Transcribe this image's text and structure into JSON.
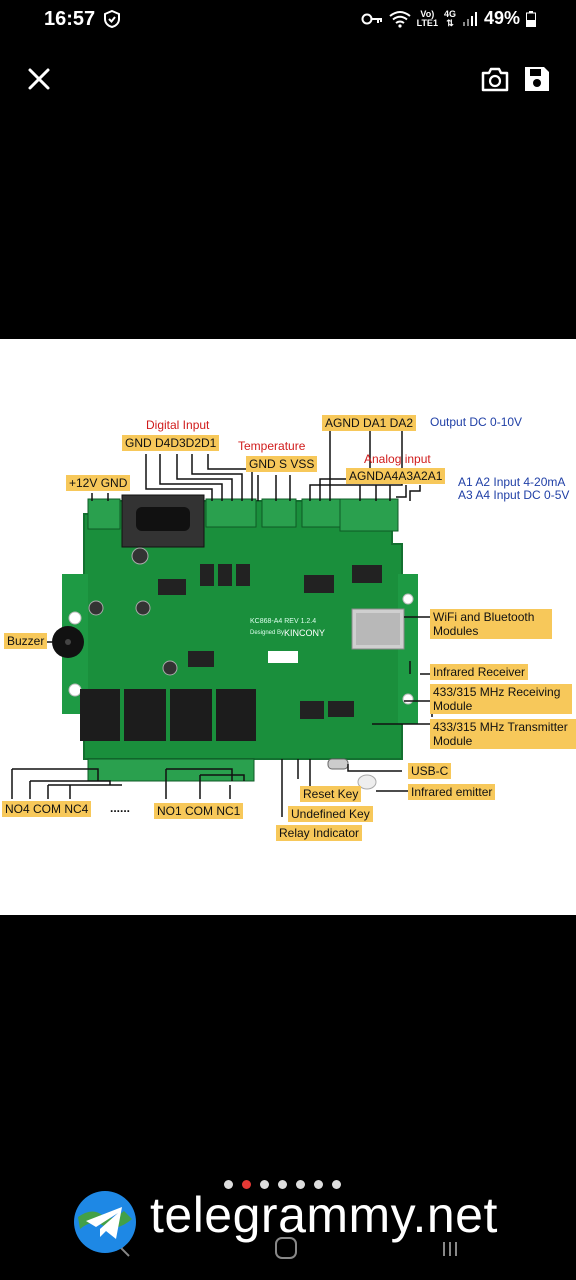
{
  "status_bar": {
    "time": "16:57",
    "volte": "Vo)",
    "lte": "LTE1",
    "net_gen": "4G",
    "battery": "49%",
    "icons": [
      "shield-icon",
      "key-icon",
      "wifi-icon",
      "signal-icon",
      "battery-icon"
    ]
  },
  "toolbar": {
    "icons": [
      "close-icon",
      "camera-switch-icon",
      "save-icon"
    ]
  },
  "diagram": {
    "board_text": "KC868-A4 REV 1.2.4",
    "board_brand": "KINCONY",
    "board_designed": "Designed By",
    "labels": {
      "digital_input": "Digital Input",
      "digital_pins": "GND D4D3D2D1",
      "temperature": "Temperature",
      "temp_pins": "GND S VSS",
      "output_pins": "AGND  DA1  DA2",
      "output_dc": "Output DC 0-10V",
      "analog_input": "Analog input",
      "analog_pins": "AGNDA4A3A2A1",
      "a1a2": "A1 A2 Input 4-20mA",
      "a3a4": "A3 A4 Input DC 0-5V",
      "power": "+12V GND",
      "buzzer": "Buzzer",
      "wifi": "WiFi and Bluetooth Modules",
      "ir_receiver": "Infrared Receiver",
      "rx433": "433/315 MHz Receiving Module",
      "tx433": "433/315 MHz Transmitter Module",
      "usbc": "USB-C",
      "ir_emitter": "Infrared emitter",
      "reset": "Reset Key",
      "undefined": "Undefined Key",
      "relay_ind": "Relay Indicator",
      "relay4": "NO4 COM NC4",
      "ellipsis": "......",
      "relay1": "NO1 COM NC1"
    }
  },
  "pager": {
    "count": 7,
    "active_index": 1
  },
  "watermark": {
    "text": "telegrammy.net"
  },
  "nav_bar": {
    "icons": [
      "back-icon",
      "home-icon",
      "recents-icon"
    ]
  }
}
